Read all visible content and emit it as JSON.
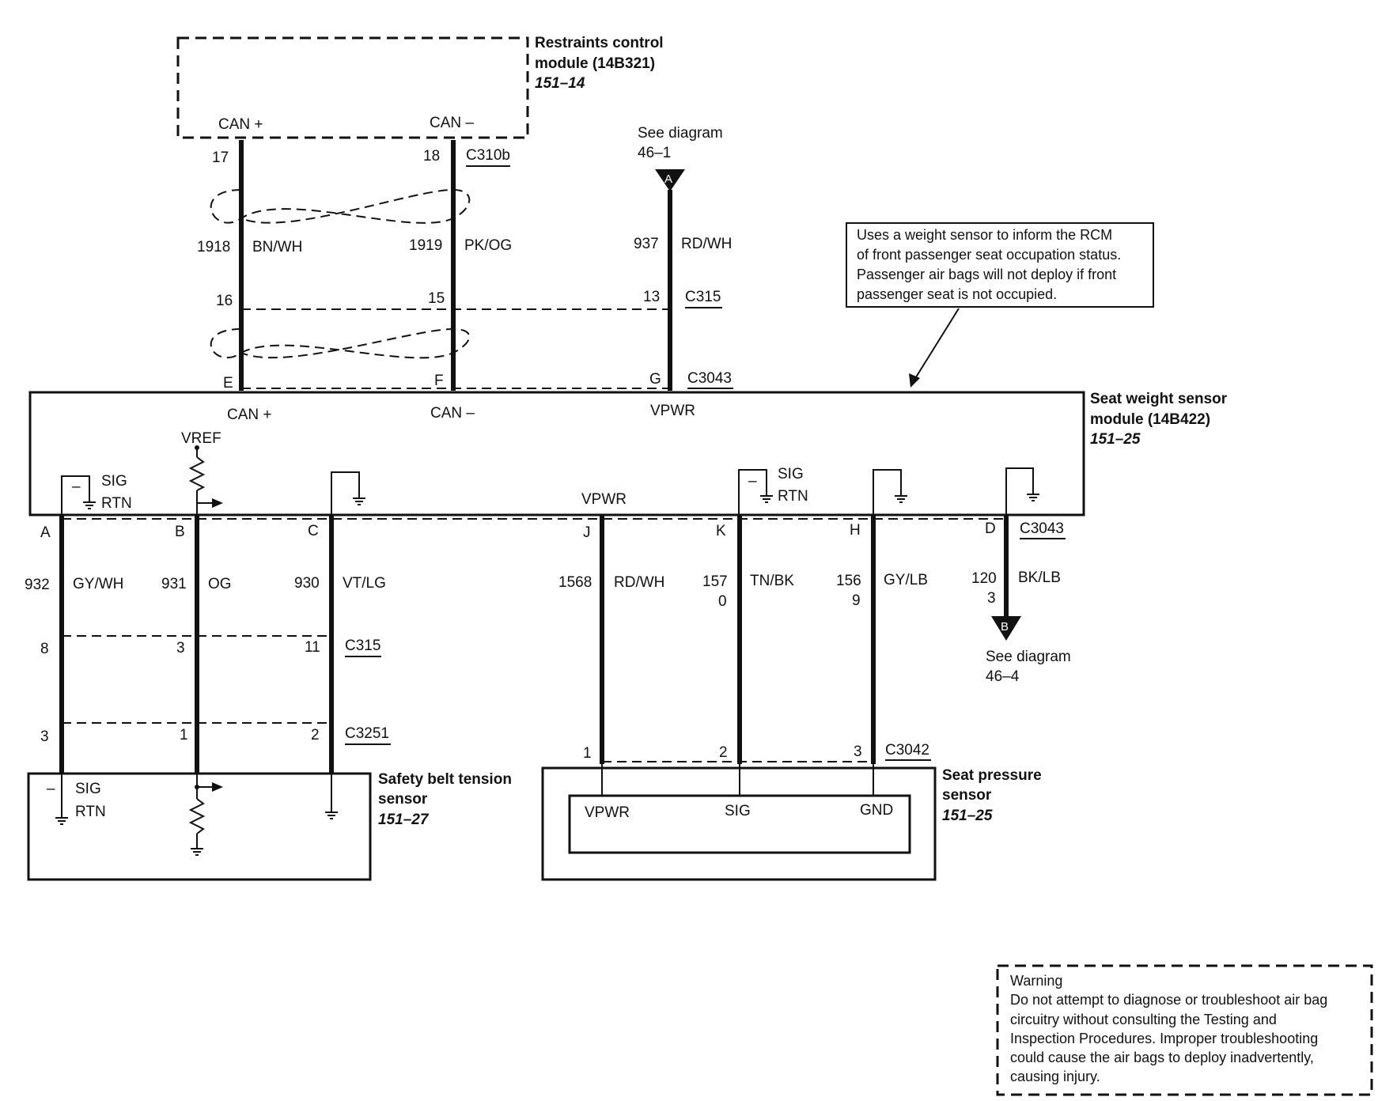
{
  "restraints_module": {
    "title_1": "Restraints control",
    "title_2": "module (14B321)",
    "ref": "151–14",
    "pin_can_plus": "CAN +",
    "pin_can_minus": "CAN –"
  },
  "wires_top": {
    "left": {
      "pin_top": "17",
      "circuit": "1918",
      "color": "BN/WH",
      "pin_mid": "16",
      "pin_bottom": "E"
    },
    "right": {
      "pin_top": "18",
      "circuit": "1919",
      "color": "PK/OG",
      "pin_mid": "15",
      "pin_bottom": "F"
    },
    "vpwr": {
      "circuit": "937",
      "color": "RD/WH",
      "pin_mid": "13",
      "pin_bottom": "G"
    },
    "connector_top": "C310b",
    "connector_mid": "C315",
    "connector_bottom": "C3043"
  },
  "see_diagram_a": {
    "text": "See diagram",
    "ref": "46–1",
    "marker": "A"
  },
  "callout": {
    "line1": "Uses a weight sensor to inform the RCM",
    "line2": "of front passenger seat occupation status.",
    "line3": "Passenger air bags will not deploy if front",
    "line4": "passenger seat is not occupied."
  },
  "seat_weight_module": {
    "title_1": "Seat weight sensor",
    "title_2": "module (14B422)",
    "ref": "151–25",
    "label_can_plus": "CAN +",
    "label_can_minus": "CAN –",
    "label_vpwr_top": "VPWR",
    "label_vref": "VREF",
    "label_sig_1": "SIG",
    "label_rtn_1": "RTN",
    "label_vpwr_bottom": "VPWR",
    "label_sig_2": "SIG",
    "label_rtn_2": "RTN",
    "minus_1": "–",
    "minus_2": "–"
  },
  "wires_bottom": {
    "A": {
      "pin": "A",
      "circuit": "932",
      "color": "GY/WH",
      "pin_c315": "8",
      "pin_c3251": "3"
    },
    "B": {
      "pin": "B",
      "circuit": "931",
      "color": "OG",
      "pin_c315": "3",
      "pin_c3251": "1"
    },
    "C": {
      "pin": "C",
      "circuit": "930",
      "color": "VT/LG",
      "pin_c315": "11",
      "pin_c3251": "2"
    },
    "J": {
      "pin": "J",
      "circuit": "1568",
      "color": "RD/WH",
      "pin_c3042": "1"
    },
    "K": {
      "pin": "K",
      "circuit_1": "157",
      "circuit_2": "0",
      "color": "TN/BK",
      "pin_c3042": "2"
    },
    "H": {
      "pin": "H",
      "circuit_1": "156",
      "circuit_2": "9",
      "color": "GY/LB",
      "pin_c3042": "3"
    },
    "D": {
      "pin": "D",
      "circuit_1": "120",
      "circuit_2": "3",
      "color": "BK/LB"
    },
    "connector_d": "C3043",
    "connector_c315": "C315",
    "connector_c3251": "C3251",
    "connector_c3042": "C3042"
  },
  "see_diagram_b": {
    "text": "See diagram",
    "ref": "46–4",
    "marker": "B"
  },
  "safety_belt_sensor": {
    "title_1": "Safety belt tension",
    "title_2": "sensor",
    "ref": "151–27",
    "label_sig": "SIG",
    "label_rtn": "RTN",
    "minus": "–"
  },
  "seat_pressure_sensor": {
    "title_1": "Seat pressure",
    "title_2": "sensor",
    "ref": "151–25",
    "label_vpwr": "VPWR",
    "label_sig": "SIG",
    "label_gnd": "GND"
  },
  "warning": {
    "title": "Warning",
    "line1": "Do not attempt to diagnose or troubleshoot air bag",
    "line2": "circuitry without consulting the Testing and",
    "line3": "Inspection Procedures. Improper troubleshooting",
    "line4": "could cause the air bags to deploy inadvertently,",
    "line5": "causing injury."
  }
}
